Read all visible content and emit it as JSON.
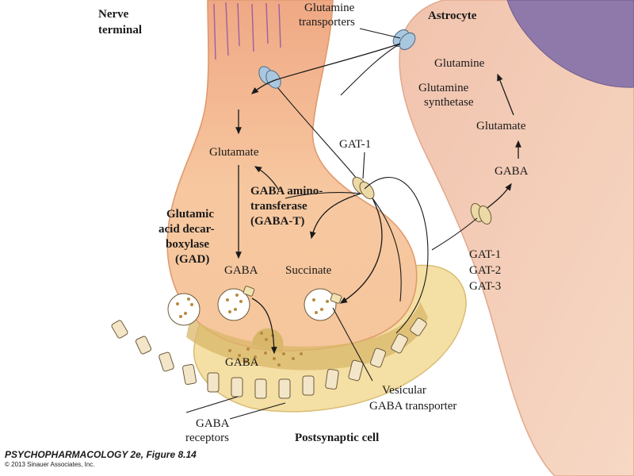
{
  "labels": {
    "nerve_terminal_1": "Nerve",
    "nerve_terminal_2": "terminal",
    "astrocyte": "Astrocyte",
    "glutamine_transporters_1": "Glutamine",
    "glutamine_transporters_2": "transporters",
    "glutamine": "Glutamine",
    "glutamine_synthetase_1": "Glutamine",
    "glutamine_synthetase_2": "synthetase",
    "glutamate_astro": "Glutamate",
    "gaba_astro": "GABA",
    "gat1_top": "GAT-1",
    "glutamate_nerve": "Glutamate",
    "gaba_t_1": "GABA amino-",
    "gaba_t_2": "transferase",
    "gaba_t_3": "(GABA-T)",
    "gad_1": "Glutamic",
    "gad_2": "acid decar-",
    "gad_3": "boxylase",
    "gad_4": "(GAD)",
    "gaba_nerve": "GABA",
    "succinate": "Succinate",
    "gat_list_1": "GAT-1",
    "gat_list_2": "GAT-2",
    "gat_list_3": "GAT-3",
    "gaba_cleft": "GABA",
    "vgat_1": "Vesicular",
    "vgat_2": "GABA transporter",
    "gaba_receptors_1": "GABA",
    "gaba_receptors_2": "receptors",
    "postsynaptic": "Postsynaptic cell"
  },
  "credit": {
    "figure": "PSYCHOPHARMACOLOGY 2e, Figure 8.14",
    "copyright": "© 2013 Sinauer Associates, Inc."
  },
  "colors": {
    "nerve_fill": "#f6c29a",
    "nerve_edge": "#e9a577",
    "astro_fill": "#f3cdb8",
    "nucleus": "#8f78aa",
    "post_fill": "#f4dfa4",
    "cleft": "#d9b76a",
    "transporter_blue": "#a9c7df",
    "transporter_tan": "#ecd9a6"
  }
}
